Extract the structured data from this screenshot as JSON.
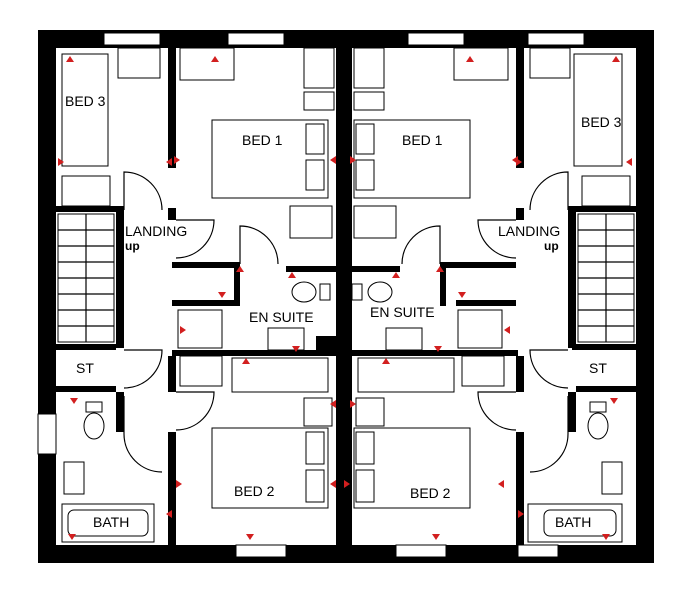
{
  "rooms": {
    "bed3_left": "BED 3",
    "bed1_left": "BED 1",
    "bed1_right": "BED 1",
    "bed3_right": "BED 3",
    "landing_left": "LANDING",
    "up_left": "up",
    "landing_right": "LANDING",
    "up_right": "up",
    "ensuite_left": "EN SUITE",
    "ensuite_right": "EN SUITE",
    "st_left": "ST",
    "st_right": "ST",
    "bed2_left": "BED 2",
    "bed2_right": "BED 2",
    "bath_left": "BATH",
    "bath_right": "BATH"
  },
  "colors": {
    "wall": "#000000",
    "marker": "#d21f1f",
    "background": "#ffffff"
  }
}
